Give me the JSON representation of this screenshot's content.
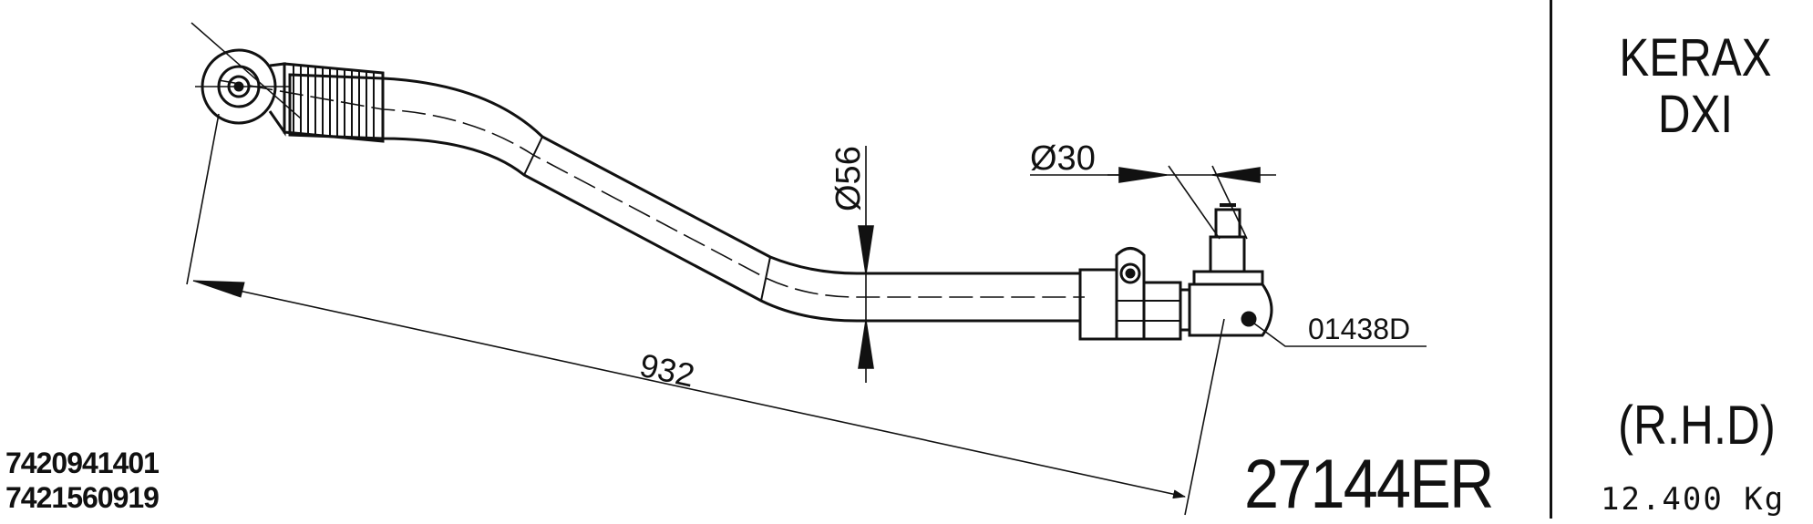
{
  "drawing": {
    "dimension_length": "932",
    "dimension_tube_diameter": "Ø56",
    "dimension_ball_diameter": "Ø30",
    "ball_joint_part": "01438D"
  },
  "references": [
    "7420941401",
    "7421560919"
  ],
  "part_number": "27144ER",
  "vehicle": {
    "model_line1": "KERAX",
    "model_line2": "DXI",
    "drive": "(R.H.D)"
  },
  "weight": "12.400 Kg",
  "colors": {
    "ink": "#111111",
    "paper": "#ffffff"
  }
}
